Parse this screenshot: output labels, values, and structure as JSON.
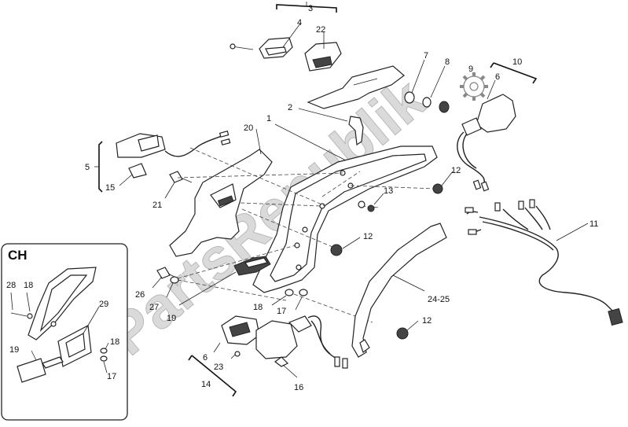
{
  "watermark": "PartsRepublik",
  "inset": {
    "title": "CH"
  },
  "callouts": {
    "c1": "1",
    "c2": "2",
    "c3": "3",
    "c4": "4",
    "c5": "5",
    "c6": "6",
    "c7": "7",
    "c8": "8",
    "c9": "9",
    "c10": "10",
    "c11": "11",
    "c12a": "12",
    "c12b": "12",
    "c12c": "12",
    "c13": "13",
    "c14": "14",
    "c15": "15",
    "c16": "16",
    "c17a": "17",
    "c17b": "17",
    "c18a": "18",
    "c18b": "18",
    "c18c": "18",
    "c19a": "19",
    "c19b": "19",
    "c20": "20",
    "c21": "21",
    "c22": "22",
    "c23": "23",
    "c24_25": "24-25",
    "c26": "26",
    "c27": "27",
    "c28": "28",
    "c29": "29",
    "c6b": "6"
  }
}
